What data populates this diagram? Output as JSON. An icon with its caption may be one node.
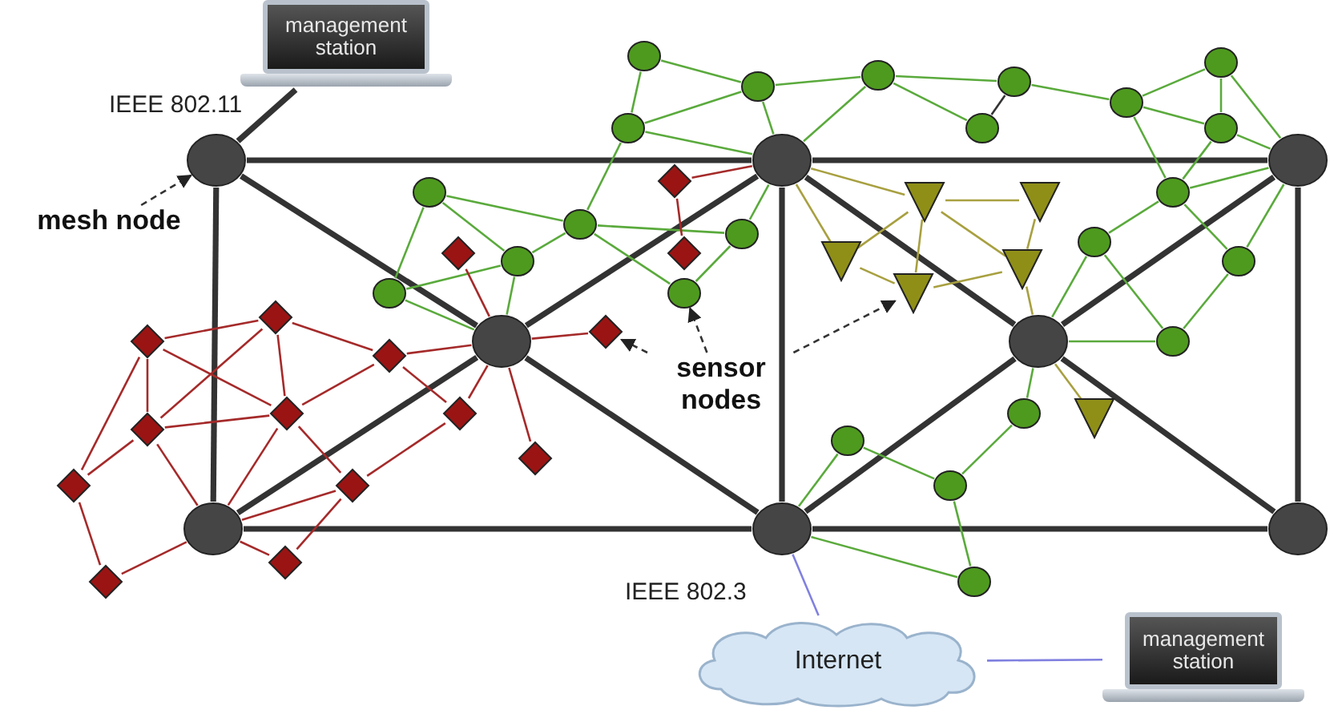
{
  "diagram": {
    "nodes": [
      {
        "text": [
          "management station"
        ]
      },
      {
        "text": [
          "mesh node"
        ]
      },
      {
        "text": [
          "sensor nodes"
        ]
      },
      {
        "text": [
          "Internet"
        ]
      },
      {
        "text": [
          "management station"
        ]
      },
      {
        "text": [],
        "shape": "circle"
      },
      {
        "text": [],
        "shape": "circle"
      },
      {
        "text": [],
        "shape": "circle"
      },
      {
        "text": [],
        "shape": "circle"
      },
      {
        "text": [],
        "shape": "circle"
      },
      {
        "text": [],
        "shape": "circle"
      },
      {
        "text": [],
        "shape": "circle"
      },
      {
        "text": [],
        "shape": "circle"
      },
      {
        "text": [],
        "shape": "circle"
      },
      {
        "text": [],
        "shape": "circle"
      },
      {
        "text": [],
        "shape": "circle"
      },
      {
        "text": [],
        "shape": "circle"
      },
      {
        "text": [],
        "shape": "circle"
      },
      {
        "text": [],
        "shape": "circle"
      },
      {
        "text": [],
        "shape": "circle"
      },
      {
        "text": [],
        "shape": "circle"
      },
      {
        "text": [],
        "shape": "circle"
      },
      {
        "text": [],
        "shape": "circle"
      },
      {
        "text": [],
        "shape": "circle"
      },
      {
        "text": [],
        "shape": "circle"
      },
      {
        "text": [],
        "shape": "circle"
      },
      {
        "text": [],
        "shape": "circle"
      },
      {
        "text": [],
        "shape": "circle"
      },
      {
        "text": [],
        "shape": "circle"
      },
      {
        "text": [],
        "shape": "circle"
      },
      {
        "text": [],
        "shape": "circle"
      },
      {
        "text": [],
        "shape": "circle"
      },
      {
        "text": [],
        "shape": "circle"
      },
      {
        "text": [],
        "shape": "circle"
      },
      {
        "text": [],
        "shape": "circle"
      },
      {
        "text": [],
        "shape": "circle"
      },
      {
        "text": [],
        "shape": "diamond"
      },
      {
        "text": [],
        "shape": "diamond"
      },
      {
        "text": [],
        "shape": "diamond"
      },
      {
        "text": [],
        "shape": "diamond"
      },
      {
        "text": [],
        "shape": "diamond"
      },
      {
        "text": [],
        "shape": "diamond"
      },
      {
        "text": [],
        "shape": "diamond"
      },
      {
        "text": [],
        "shape": "diamond"
      },
      {
        "text": [],
        "shape": "diamond"
      },
      {
        "text": [],
        "shape": "diamond"
      },
      {
        "text": [],
        "shape": "diamond"
      },
      {
        "text": [],
        "shape": "diamond"
      },
      {
        "text": [],
        "shape": "diamond"
      },
      {
        "text": [],
        "shape": "diamond"
      },
      {
        "text": [],
        "shape": "diamond"
      },
      {
        "text": [],
        "shape": "triangle"
      },
      {
        "text": [],
        "shape": "triangle"
      },
      {
        "text": [],
        "shape": "triangle"
      },
      {
        "text": [],
        "shape": "triangle"
      },
      {
        "text": [],
        "shape": "triangle"
      },
      {
        "text": [],
        "shape": "triangle"
      }
    ],
    "edges": [
      {
        "from": 0,
        "to": 5,
        "arrow": "none",
        "label": "IEEE 802.11",
        "style": "thick",
        "color": "#333333"
      },
      {
        "from": 11,
        "to": 3,
        "arrow": "none",
        "label": "IEEE 802.3",
        "color": "#8080e0"
      },
      {
        "from": 3,
        "to": 4,
        "arrow": "none",
        "color": "#8080e0"
      },
      {
        "from": 1,
        "to": 5,
        "arrow": "to",
        "style": "dashed",
        "color": "#333333"
      },
      {
        "from": 2,
        "to": 40,
        "arrow": "to",
        "style": "dashed",
        "color": "#333333"
      },
      {
        "from": 2,
        "to": 30,
        "arrow": "to",
        "style": "dashed",
        "color": "#333333"
      },
      {
        "from": 2,
        "to": 55,
        "arrow": "to",
        "style": "dashed",
        "color": "#333333"
      },
      {
        "from": 5,
        "to": 6,
        "arrow": "none",
        "style": "thick",
        "color": "#333333"
      },
      {
        "from": 6,
        "to": 7,
        "arrow": "none",
        "style": "thick",
        "color": "#333333"
      },
      {
        "from": 5,
        "to": 9,
        "arrow": "none",
        "style": "thick",
        "color": "#333333"
      },
      {
        "from": 6,
        "to": 11,
        "arrow": "none",
        "style": "thick",
        "color": "#333333"
      },
      {
        "from": 7,
        "to": 12,
        "arrow": "none",
        "style": "thick",
        "color": "#333333"
      },
      {
        "from": 9,
        "to": 11,
        "arrow": "none",
        "style": "thick",
        "color": "#333333"
      },
      {
        "from": 11,
        "to": 12,
        "arrow": "none",
        "style": "thick",
        "color": "#333333"
      },
      {
        "from": 5,
        "to": 8,
        "arrow": "none",
        "style": "thick",
        "color": "#333333"
      },
      {
        "from": 8,
        "to": 6,
        "arrow": "none",
        "style": "thick",
        "color": "#333333"
      },
      {
        "from": 8,
        "to": 9,
        "arrow": "none",
        "style": "thick",
        "color": "#333333"
      },
      {
        "from": 8,
        "to": 11,
        "arrow": "none",
        "style": "thick",
        "color": "#333333"
      },
      {
        "from": 6,
        "to": 10,
        "arrow": "none",
        "style": "thick",
        "color": "#333333"
      },
      {
        "from": 10,
        "to": 7,
        "arrow": "none",
        "style": "thick",
        "color": "#333333"
      },
      {
        "from": 10,
        "to": 11,
        "arrow": "none",
        "style": "thick",
        "color": "#333333"
      },
      {
        "from": 10,
        "to": 12,
        "arrow": "none",
        "style": "thick",
        "color": "#333333"
      },
      {
        "from": 13,
        "to": 20,
        "arrow": "none"
      },
      {
        "from": 13,
        "to": 14,
        "arrow": "none"
      },
      {
        "from": 20,
        "to": 23,
        "arrow": "none"
      },
      {
        "from": 20,
        "to": 14,
        "arrow": "none"
      },
      {
        "from": 20,
        "to": 6,
        "arrow": "none"
      },
      {
        "from": 22,
        "to": 23,
        "arrow": "none"
      },
      {
        "from": 22,
        "to": 27,
        "arrow": "none"
      },
      {
        "from": 22,
        "to": 29,
        "arrow": "none"
      },
      {
        "from": 29,
        "to": 27,
        "arrow": "none"
      },
      {
        "from": 27,
        "to": 23,
        "arrow": "none"
      },
      {
        "from": 23,
        "to": 25,
        "arrow": "none"
      },
      {
        "from": 23,
        "to": 30,
        "arrow": "none"
      },
      {
        "from": 27,
        "to": 8,
        "arrow": "none"
      },
      {
        "from": 29,
        "to": 8,
        "arrow": "none"
      },
      {
        "from": 14,
        "to": 6,
        "arrow": "none"
      },
      {
        "from": 14,
        "to": 15,
        "arrow": "none"
      },
      {
        "from": 15,
        "to": 6,
        "arrow": "none"
      },
      {
        "from": 15,
        "to": 16,
        "arrow": "none"
      },
      {
        "from": 15,
        "to": 17,
        "arrow": "none"
      },
      {
        "from": 16,
        "to": 17,
        "arrow": "none",
        "color": "#333333"
      },
      {
        "from": 16,
        "to": 18,
        "arrow": "none"
      },
      {
        "from": 18,
        "to": 19,
        "arrow": "none"
      },
      {
        "from": 18,
        "to": 21,
        "arrow": "none"
      },
      {
        "from": 19,
        "to": 21,
        "arrow": "none"
      },
      {
        "from": 19,
        "to": 7,
        "arrow": "none"
      },
      {
        "from": 21,
        "to": 7,
        "arrow": "none"
      },
      {
        "from": 18,
        "to": 24,
        "arrow": "none"
      },
      {
        "from": 21,
        "to": 24,
        "arrow": "none"
      },
      {
        "from": 24,
        "to": 7,
        "arrow": "none"
      },
      {
        "from": 24,
        "to": 26,
        "arrow": "none"
      },
      {
        "from": 24,
        "to": 28,
        "arrow": "none"
      },
      {
        "from": 28,
        "to": 7,
        "arrow": "none"
      },
      {
        "from": 26,
        "to": 31,
        "arrow": "none"
      },
      {
        "from": 28,
        "to": 31,
        "arrow": "none"
      },
      {
        "from": 26,
        "to": 10,
        "arrow": "none"
      },
      {
        "from": 31,
        "to": 10,
        "arrow": "none"
      },
      {
        "from": 6,
        "to": 25,
        "arrow": "none"
      },
      {
        "from": 25,
        "to": 30,
        "arrow": "none"
      },
      {
        "from": 10,
        "to": 32,
        "arrow": "none"
      },
      {
        "from": 32,
        "to": 34,
        "arrow": "none"
      },
      {
        "from": 34,
        "to": 33,
        "arrow": "none"
      },
      {
        "from": 33,
        "to": 11,
        "arrow": "none"
      },
      {
        "from": 11,
        "to": 35,
        "arrow": "none"
      },
      {
        "from": 34,
        "to": 35,
        "arrow": "none"
      },
      {
        "from": 36,
        "to": 8,
        "arrow": "none",
        "color": "#a52a2a"
      },
      {
        "from": 40,
        "to": 8,
        "arrow": "none",
        "color": "#a52a2a"
      },
      {
        "from": 37,
        "to": 6,
        "arrow": "none",
        "color": "#a52a2a"
      },
      {
        "from": 37,
        "to": 38,
        "arrow": "none",
        "color": "#a52a2a"
      },
      {
        "from": 42,
        "to": 8,
        "arrow": "none",
        "color": "#a52a2a"
      },
      {
        "from": 39,
        "to": 41,
        "arrow": "none",
        "color": "#a52a2a"
      },
      {
        "from": 39,
        "to": 42,
        "arrow": "none",
        "color": "#a52a2a"
      },
      {
        "from": 39,
        "to": 43,
        "arrow": "none",
        "color": "#a52a2a"
      },
      {
        "from": 39,
        "to": 45,
        "arrow": "none",
        "color": "#a52a2a"
      },
      {
        "from": 41,
        "to": 43,
        "arrow": "none",
        "color": "#a52a2a"
      },
      {
        "from": 41,
        "to": 45,
        "arrow": "none",
        "color": "#a52a2a"
      },
      {
        "from": 41,
        "to": 47,
        "arrow": "none",
        "color": "#a52a2a"
      },
      {
        "from": 45,
        "to": 43,
        "arrow": "none",
        "color": "#a52a2a"
      },
      {
        "from": 45,
        "to": 47,
        "arrow": "none",
        "color": "#a52a2a"
      },
      {
        "from": 45,
        "to": 9,
        "arrow": "none",
        "color": "#a52a2a"
      },
      {
        "from": 43,
        "to": 42,
        "arrow": "none",
        "color": "#a52a2a"
      },
      {
        "from": 43,
        "to": 9,
        "arrow": "none",
        "color": "#a52a2a"
      },
      {
        "from": 43,
        "to": 48,
        "arrow": "none",
        "color": "#a52a2a"
      },
      {
        "from": 42,
        "to": 44,
        "arrow": "none",
        "color": "#a52a2a"
      },
      {
        "from": 44,
        "to": 8,
        "arrow": "none",
        "color": "#a52a2a"
      },
      {
        "from": 44,
        "to": 48,
        "arrow": "none",
        "color": "#a52a2a"
      },
      {
        "from": 46,
        "to": 8,
        "arrow": "none",
        "color": "#a52a2a"
      },
      {
        "from": 48,
        "to": 9,
        "arrow": "none",
        "color": "#a52a2a"
      },
      {
        "from": 48,
        "to": 49,
        "arrow": "none",
        "color": "#a52a2a"
      },
      {
        "from": 49,
        "to": 9,
        "arrow": "none",
        "color": "#a52a2a"
      },
      {
        "from": 47,
        "to": 50,
        "arrow": "none",
        "color": "#a52a2a"
      },
      {
        "from": 50,
        "to": 9,
        "arrow": "none",
        "color": "#a52a2a"
      },
      {
        "from": 6,
        "to": 51,
        "arrow": "none",
        "color": "#a8a040"
      },
      {
        "from": 6,
        "to": 53,
        "arrow": "none",
        "color": "#a8a040"
      },
      {
        "from": 51,
        "to": 52,
        "arrow": "none",
        "color": "#a8a040"
      },
      {
        "from": 51,
        "to": 53,
        "arrow": "none",
        "color": "#a8a040"
      },
      {
        "from": 51,
        "to": 55,
        "arrow": "none",
        "color": "#a8a040"
      },
      {
        "from": 51,
        "to": 54,
        "arrow": "none",
        "color": "#a8a040"
      },
      {
        "from": 52,
        "to": 54,
        "arrow": "none",
        "color": "#a8a040"
      },
      {
        "from": 53,
        "to": 55,
        "arrow": "none",
        "color": "#a8a040"
      },
      {
        "from": 55,
        "to": 54,
        "arrow": "none",
        "color": "#a8a040"
      },
      {
        "from": 54,
        "to": 10,
        "arrow": "none",
        "color": "#a8a040"
      },
      {
        "from": 10,
        "to": 56,
        "arrow": "none",
        "color": "#a8a040"
      }
    ]
  }
}
